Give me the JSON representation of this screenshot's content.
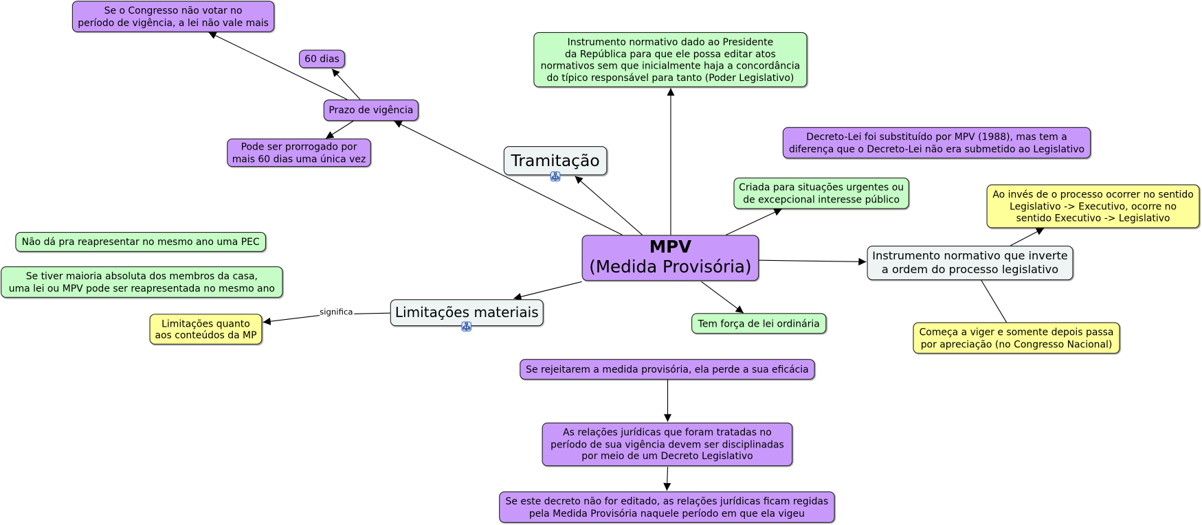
{
  "colors": {
    "purple": "#c899fb",
    "green": "#c6fdc6",
    "yellow": "#ffff99",
    "gray": "#eef3f4"
  },
  "nodes": {
    "congresso": "Se o Congresso não votar no\nperíodo de vigência, a lei não vale mais",
    "sessenta_dias": "60 dias",
    "prazo": "Prazo de vigência",
    "prorrogado": "Pode ser prorrogado por\nmais 60 dias uma única vez",
    "tramitacao": "Tramitação",
    "instrumento_dado": "Instrumento normativo dado ao Presidente\nda República para que ele possa editar atos\nnormativos sem que inicialmente haja a concordância\ndo típico responsável para tanto (Poder Legislativo)",
    "decreto_lei": "Decreto-Lei foi substituído por MPV (1988), mas tem a\ndiferença que o Decreto-Lei não era submetido ao Legislativo",
    "criada": "Criada para situações urgentes ou\nde excepcional interesse público",
    "ao_inves": "Ao invés de o processo ocorrer no sentido\nLegislativo -> Executivo, ocorre no\nsentido Executivo -> Legislativo",
    "mpv_title": "MPV",
    "mpv_subtitle": "(Medida Provisória)",
    "inverte": "Instrumento normativo que inverte\na ordem do processo legislativo",
    "nao_da": "Não dá pra reapresentar no mesmo ano uma PEC",
    "se_tiver": "Se tiver maioria absoluta dos membros da casa,\numa lei ou MPV pode ser reapresentada no mesmo ano",
    "limitacoes_materiais": "Limitações materiais",
    "limitacoes_quanto": "Limitações quanto\naos conteúdos da MP",
    "tem_forca": "Tem força de lei ordinária",
    "comeca": "Começa a viger e somente depois passa\npor apreciação (no Congresso Nacional)",
    "rejeitarem": "Se rejeitarem a medida provisória, ela perde a sua eficácia",
    "relacoes": "As relações jurídicas que foram tratadas no\nperíodo de sua vigência devem ser disciplinadas\npor meio de um Decreto Legislativo",
    "se_este": "Se este decreto não for editado, as relações jurídicas ficam regidas\npela Medida Provisória naquele período em que ela vigeu"
  },
  "link_labels": {
    "significa": "significa"
  },
  "icons": {
    "submap": "hierarchy-submap-icon"
  }
}
